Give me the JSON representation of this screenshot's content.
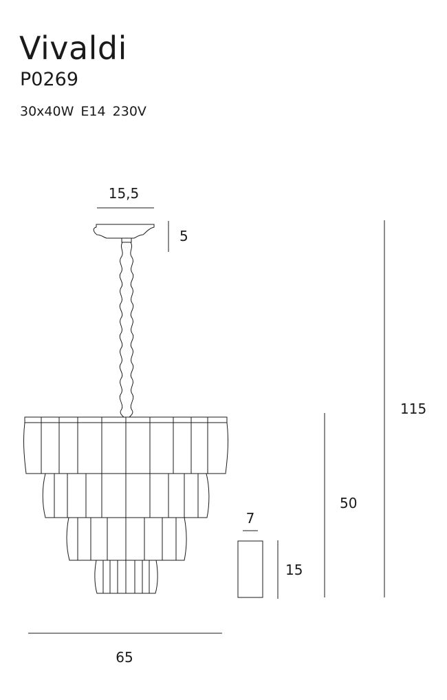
{
  "product": {
    "name": "Vivaldi",
    "code": "P0269",
    "specs": "30x40W  E14  230V"
  },
  "dimensions": {
    "canopy_width": "15,5",
    "canopy_height": "5",
    "total_height": "115",
    "body_height": "50",
    "bulb_width": "7",
    "bulb_height": "15",
    "body_width": "65"
  },
  "colors": {
    "line": "#1a1a1a",
    "background": "#ffffff"
  }
}
